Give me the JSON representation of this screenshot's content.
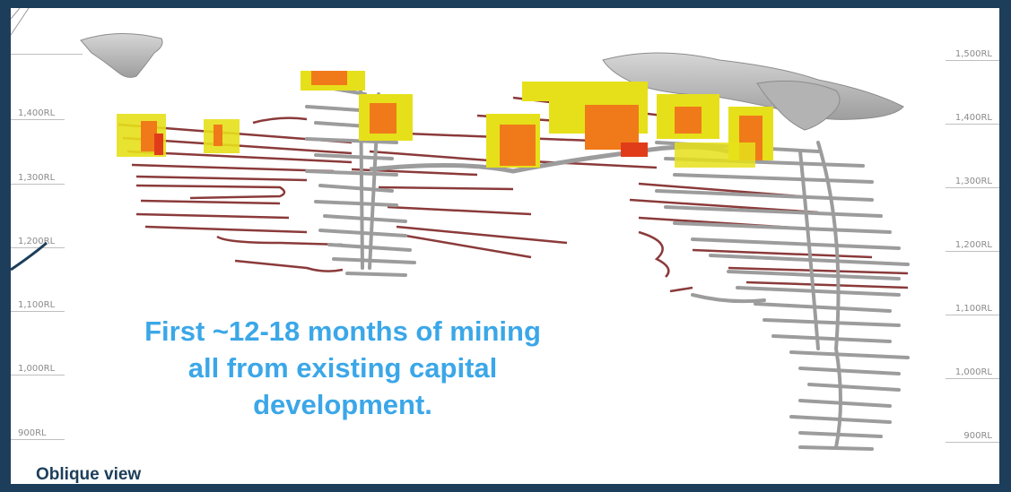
{
  "levels": [
    "1,500RL",
    "1,400RL",
    "1,300RL",
    "1,200RL",
    "1,100RL",
    "1,000RL",
    "900RL"
  ],
  "callout_lines": [
    "First ~12-18 months of mining",
    "all from existing capital",
    "development."
  ],
  "caption": "Oblique view",
  "colors": {
    "frame": "#1d3e5a",
    "callout": "#3ba7e8",
    "development_drives": "#8b3a3a",
    "decline": "#9a9a9a",
    "stopes_high": "#f07a1a",
    "stopes_low": "#e6e01a",
    "pit_surface": "#bdbdbd"
  }
}
